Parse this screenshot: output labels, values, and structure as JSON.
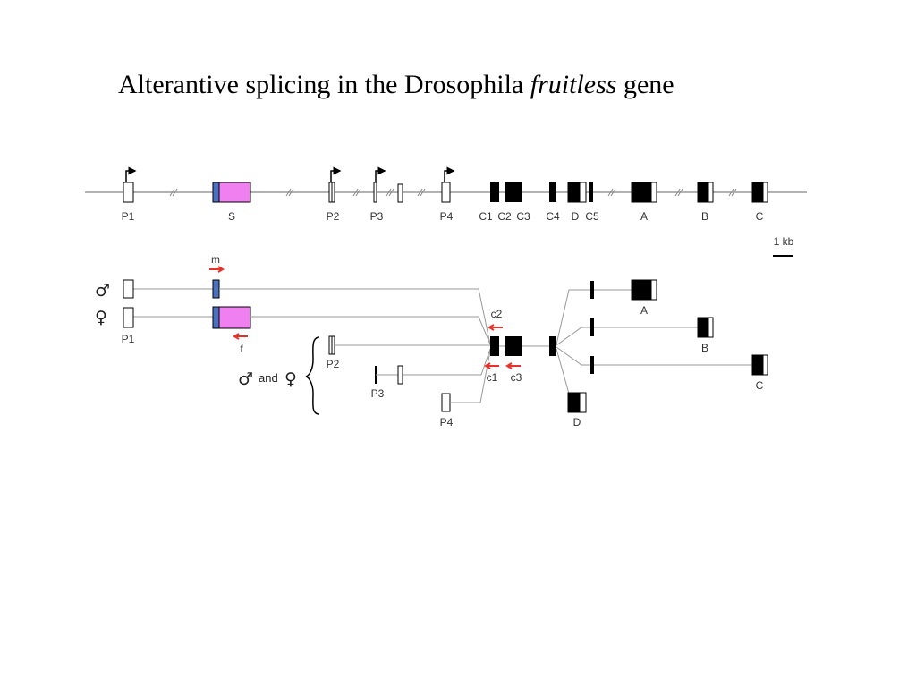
{
  "title": {
    "prefix": "Alterantive splicing in the Drosophila ",
    "gene": "fruitless",
    "suffix": " gene"
  },
  "colors": {
    "sex_exon_pink": "#f080f0",
    "sex_exon_blue": "#4a72c0",
    "exon_black": "#000000",
    "primer_red": "#e8332a",
    "line_gray": "#9a9a9a"
  },
  "gene_map": {
    "labels": {
      "p1": "P1",
      "s": "S",
      "p2": "P2",
      "p3": "P3",
      "p4": "P4",
      "c1": "C1",
      "c2": "C2",
      "c3": "C3",
      "c4": "C4",
      "d": "D",
      "c5": "C5",
      "a": "A",
      "b": "B",
      "c": "C"
    },
    "scale_label": "1 kb"
  },
  "transcripts": {
    "male_symbol": "♂",
    "female_symbol": "♀",
    "and_label": "and",
    "p1": "P1",
    "p2": "P2",
    "p3": "P3",
    "p4": "P4",
    "primers": {
      "m": "m",
      "f": "f",
      "c1": "c1",
      "c2": "c2",
      "c3": "c3"
    },
    "ends": {
      "a": "A",
      "b": "B",
      "c": "C",
      "d": "D"
    }
  }
}
